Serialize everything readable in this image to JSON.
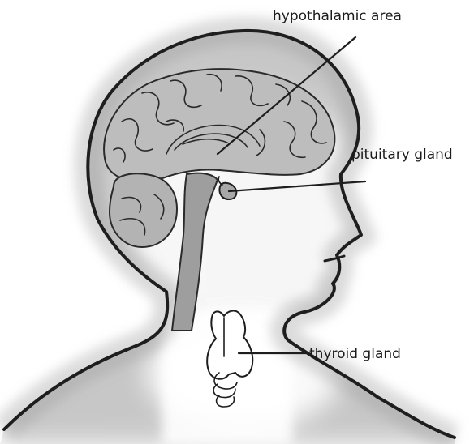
{
  "labels": {
    "hypothalamic_area": "hypothalamic area",
    "pituitary_gland": "pituitary gland",
    "thyroid_gland": "thyroid gland"
  },
  "colors": {
    "ink": "#1e1e1e",
    "shading": "#8c8c8c",
    "brain_fill": "#bdbdbd",
    "background": "#ffffff"
  }
}
